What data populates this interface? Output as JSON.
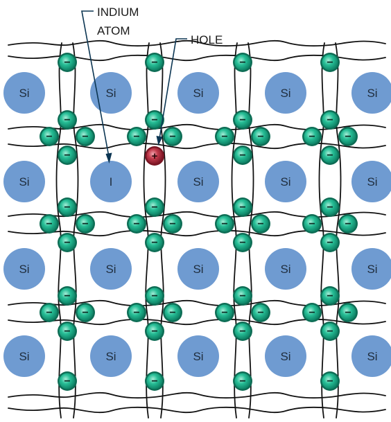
{
  "atom_labels": {
    "silicon": "Si",
    "indium": "I"
  },
  "electron_sign": "−",
  "hole_sign": "+",
  "callouts": {
    "indium_line1": "INDIUM",
    "indium_line2": "ATOM",
    "hole": "HOLE"
  },
  "colors": {
    "atom_fill": "#6f9bd1",
    "electron_fill": "#1fb38e",
    "electron_ring": "#0e6d55",
    "hole_fill": "#c23a4b",
    "hole_ring": "#7a1624",
    "orbit_stroke": "#111111",
    "callout_line": "#0b3552"
  }
}
